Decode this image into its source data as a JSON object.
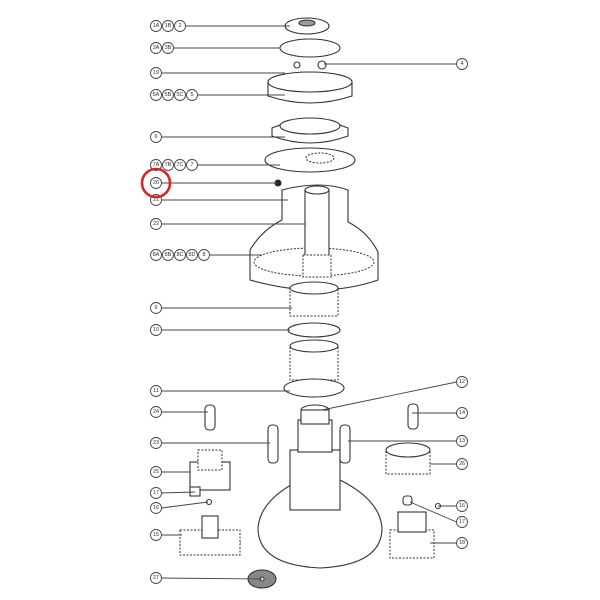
{
  "diagram": {
    "highlight_color": "#d62828",
    "highlighted_callout": "20",
    "callouts_left": [
      {
        "labels": [
          "1A",
          "1B",
          "2"
        ]
      },
      {
        "labels": [
          "3A",
          "3B"
        ]
      },
      {
        "labels": [
          "19"
        ]
      },
      {
        "labels": [
          "5A",
          "5B",
          "5C",
          "5"
        ]
      },
      {
        "labels": [
          "6"
        ]
      },
      {
        "labels": [
          "7A",
          "7B",
          "7C",
          "7"
        ]
      },
      {
        "labels": [
          "20"
        ]
      },
      {
        "labels": [
          "21"
        ]
      },
      {
        "labels": [
          "22"
        ]
      },
      {
        "labels": [
          "8A",
          "8B",
          "8C",
          "8D",
          "8"
        ]
      },
      {
        "labels": [
          "9"
        ]
      },
      {
        "labels": [
          "10"
        ]
      },
      {
        "labels": [
          "11"
        ]
      },
      {
        "labels": [
          "24"
        ]
      },
      {
        "labels": [
          "23"
        ]
      },
      {
        "labels": [
          "25"
        ]
      },
      {
        "labels": [
          "17"
        ]
      },
      {
        "labels": [
          "16"
        ]
      },
      {
        "labels": [
          "15"
        ]
      },
      {
        "labels": [
          "27"
        ]
      }
    ],
    "callouts_right": [
      {
        "labels": [
          "4"
        ]
      },
      {
        "labels": [
          "12"
        ]
      },
      {
        "labels": [
          "14"
        ]
      },
      {
        "labels": [
          "13"
        ]
      },
      {
        "labels": [
          "26"
        ]
      },
      {
        "labels": [
          "16"
        ]
      },
      {
        "labels": [
          "17"
        ]
      },
      {
        "labels": [
          "18"
        ]
      }
    ]
  }
}
